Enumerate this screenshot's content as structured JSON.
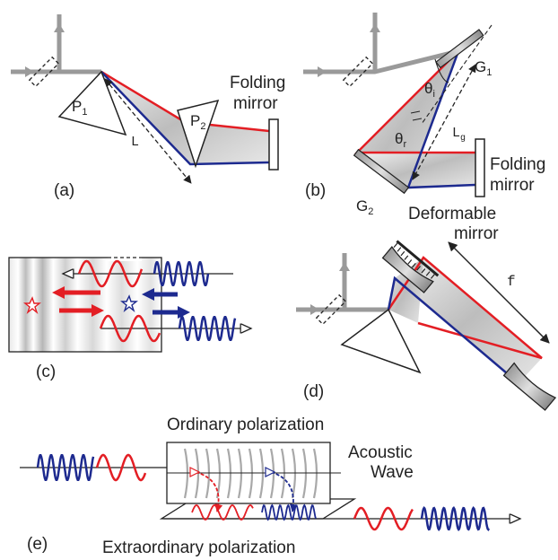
{
  "colors": {
    "red": "#e31e24",
    "blue": "#1d2a8f",
    "gray_beam": "#9a9a9a",
    "optic_fill": "#ffffff",
    "outline": "#222222"
  },
  "panel_a": {
    "id": "(a)",
    "prism1": "P",
    "prism1_sub": "1",
    "prism2": "P",
    "prism2_sub": "2",
    "length": "L",
    "mirror_line1": "Folding",
    "mirror_line2": "mirror"
  },
  "panel_b": {
    "id": "(b)",
    "grating1": "G",
    "grating1_sub": "1",
    "grating2": "G",
    "grating2_sub": "2",
    "theta_i": "θ",
    "theta_i_sub": "i",
    "theta_r": "θ",
    "theta_r_sub": "r",
    "length": "L",
    "length_sub": "g",
    "mirror_line1": "Folding",
    "mirror_line2": "mirror"
  },
  "panel_c": {
    "id": "(c)"
  },
  "panel_d": {
    "id": "(d)",
    "mirror_line1": "Deformable",
    "mirror_line2": "mirror",
    "focal": "f"
  },
  "panel_e": {
    "id": "(e)",
    "ordinary": "Ordinary polarization",
    "acoustic_line1": "Acoustic",
    "acoustic_line2": "Wave",
    "extraordinary": "Extraordinary polarization"
  }
}
